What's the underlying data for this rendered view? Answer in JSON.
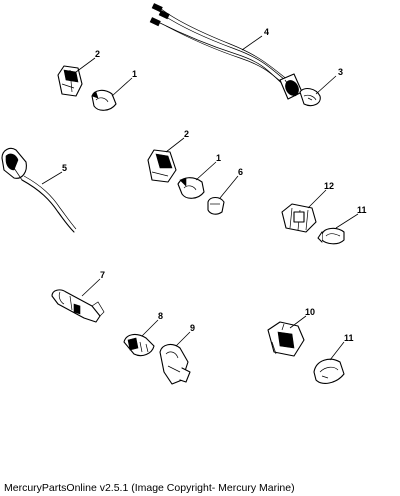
{
  "callouts": {
    "c1a": "1",
    "c2a": "2",
    "c3": "3",
    "c4": "4",
    "c5": "5",
    "c2b": "2",
    "c1b": "1",
    "c6": "6",
    "c12": "12",
    "c11a": "11",
    "c7": "7",
    "c8": "8",
    "c9": "9",
    "c10": "10",
    "c11b": "11"
  },
  "caption": "MercuryPartsOnline v2.5.1 (Image Copyright- Mercury Marine)"
}
